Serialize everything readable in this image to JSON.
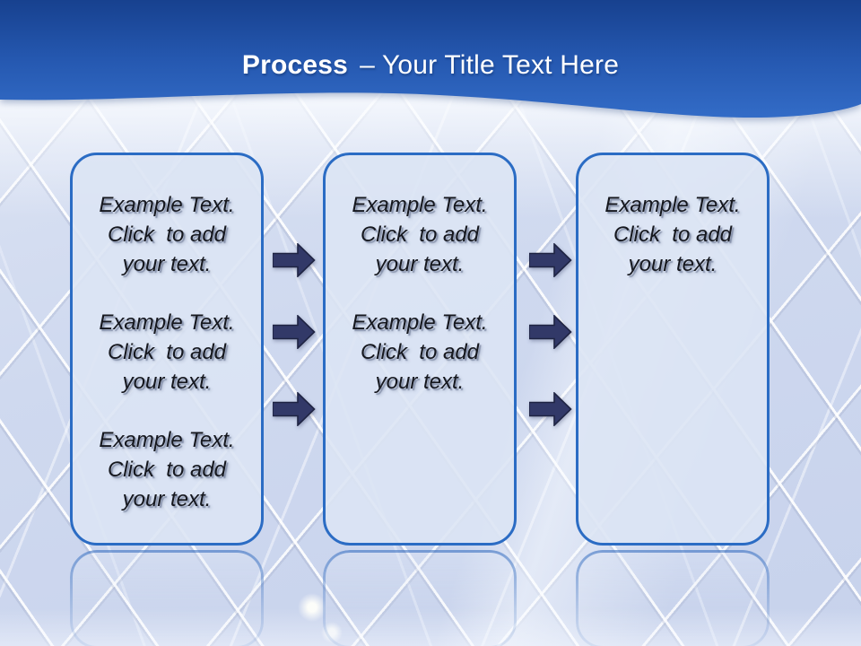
{
  "title": {
    "emphasis": "Process",
    "rest": "– Your Title Text Here"
  },
  "boxes": [
    {
      "id": "process-box-1",
      "paragraphs": [
        {
          "lines": [
            "Example Text.",
            "Click  to add",
            "your text."
          ]
        },
        {
          "lines": [
            "Example Text.",
            "Click  to add",
            "your text."
          ]
        },
        {
          "lines": [
            "Example Text.",
            "Click  to add",
            "your text."
          ]
        }
      ]
    },
    {
      "id": "process-box-2",
      "paragraphs": [
        {
          "lines": [
            "Example Text.",
            "Click  to add",
            "your text."
          ]
        },
        {
          "lines": [
            "Example Text.",
            "Click  to add",
            "your text."
          ]
        }
      ]
    },
    {
      "id": "process-box-3",
      "paragraphs": [
        {
          "lines": [
            "Example Text.",
            "Click  to add",
            "your text."
          ]
        }
      ]
    }
  ],
  "arrows": {
    "direction": "right",
    "count": 6,
    "columns": 2,
    "rows_per_column": 3
  },
  "colors": {
    "header_gradient_top": "#17418f",
    "header_gradient_bottom": "#336cc7",
    "title_text": "#ffffff",
    "box_fill": "#dbe4f4",
    "box_border": "#2b6cc4",
    "placeholder_text": "#15171e",
    "arrow_fill": "#323968",
    "arrow_outline": "#1f2443",
    "background_base": "#ccd6ee"
  }
}
